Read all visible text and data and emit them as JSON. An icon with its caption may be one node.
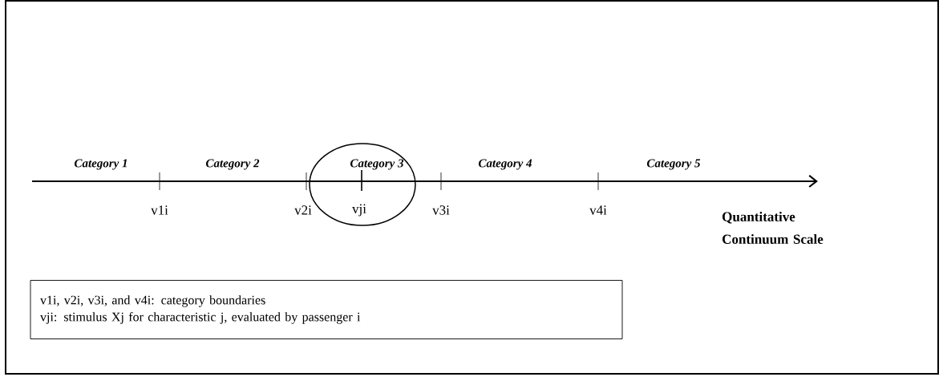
{
  "diagram": {
    "nodes": [
      {
        "text": [],
        "shape": "circle"
      },
      {
        "text": [
          "v1i, v2i, v3i, and v4i: category boundaries",
          "vji: stimulus Xj for characteristic j, evaluated by passenger i"
        ]
      }
    ],
    "labels": [
      "Category 1",
      "Category 2",
      "Category 3",
      "Category 4",
      "Category 5",
      "v1i",
      "v2i",
      "vji",
      "v3i",
      "v4i",
      "Quantitative Continuum Scale"
    ]
  }
}
